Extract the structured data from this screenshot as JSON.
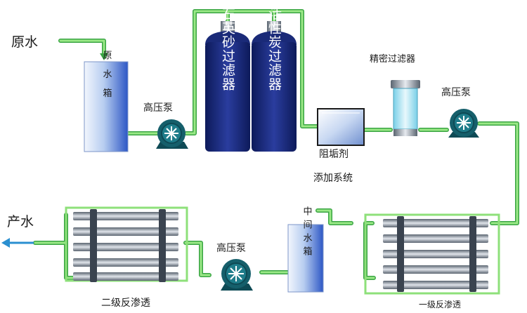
{
  "labels": {
    "raw_water": "原水",
    "raw_tank": "原水箱",
    "pump1": "高压泵",
    "quartz_filter": "石英砂过滤器",
    "carbon_filter": "活性炭过滤器",
    "precision_filter": "精密过滤器",
    "pump2": "高压泵",
    "scale_line1": "阻垢剂",
    "scale_line2": "添加系统",
    "product_water": "产水",
    "pump3": "高压泵",
    "mid_tank": "中间水箱",
    "stage2_ro": "二级反渗透",
    "stage1_ro": "一级反渗透"
  },
  "colors": {
    "pipe": "#8ee07a",
    "pipe_edge": "#3aa544",
    "tank_light": "#d6e4f8",
    "tank_dark": "#2d57c5",
    "filter_body": "#1f2f86",
    "pump": "#155f6b",
    "text": "#1a1a1a",
    "arrow": "#2a8fd0"
  }
}
